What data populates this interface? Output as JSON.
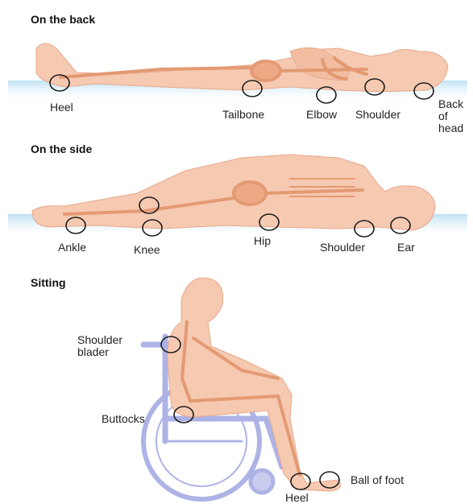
{
  "sections": {
    "back": {
      "title": "On the back",
      "labels": {
        "heel": "Heel",
        "tailbone": "Tailbone",
        "elbow": "Elbow",
        "shoulder": "Shoulder",
        "back_of_head": [
          "Back",
          "of",
          "head"
        ]
      }
    },
    "side": {
      "title": "On the side",
      "labels": {
        "ankle": "Ankle",
        "knee": "Knee",
        "hip": "Hip",
        "shoulder": "Shoulder",
        "ear": "Ear"
      }
    },
    "sitting": {
      "title": "Sitting",
      "labels": {
        "shoulder_blader": [
          "Shoulder",
          "blader"
        ],
        "buttocks": "Buttocks",
        "heel": "Heel",
        "ball_of_foot": "Ball of foot"
      }
    }
  },
  "colors": {
    "skin": "#f6c9b1",
    "bone": "#e9a07a",
    "mattress": "#cfe8f5",
    "wheelchair": "#aeb3e6",
    "marker": "#1a1a1a"
  }
}
